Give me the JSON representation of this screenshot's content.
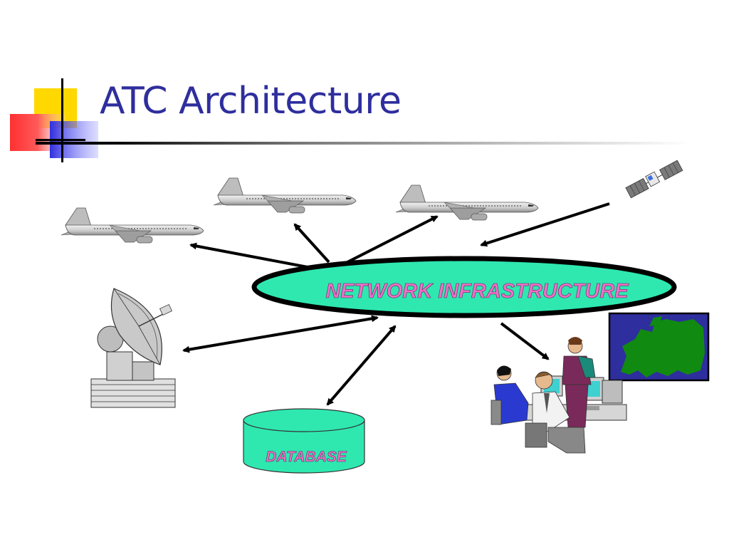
{
  "slide": {
    "title": "ATC Architecture"
  },
  "diagram": {
    "network_label": "NETWORK INFRASTRUCTURE",
    "database_label": "DATABASE"
  },
  "colors": {
    "title": "#2e2e9e",
    "network_fill": "#2ee8b0",
    "label": "#f06fc8",
    "map_bg": "#2e2e9e",
    "map_land": "#108a10"
  }
}
